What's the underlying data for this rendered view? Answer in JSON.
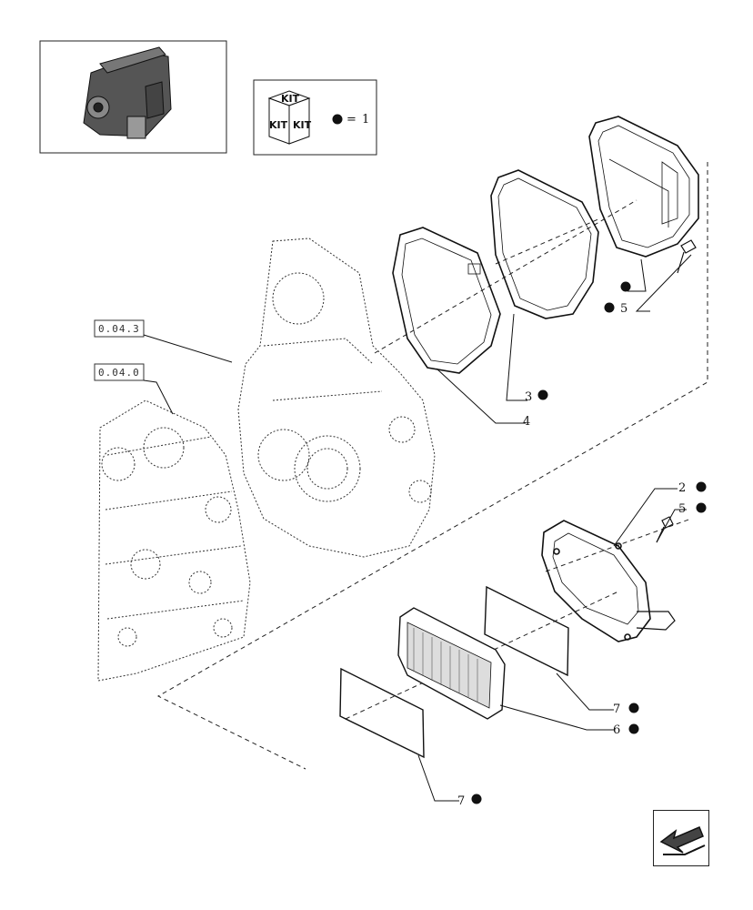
{
  "kit_legend": {
    "kit_text": "KIT",
    "equals": "= 1"
  },
  "references": [
    {
      "id": "ref-1",
      "text": "0.04.3"
    },
    {
      "id": "ref-2",
      "text": "0.04.0"
    }
  ],
  "callouts": [
    {
      "id": "c-5-top",
      "text": "5"
    },
    {
      "id": "c-3",
      "text": "3"
    },
    {
      "id": "c-4",
      "text": "4"
    },
    {
      "id": "c-2",
      "text": "2"
    },
    {
      "id": "c-5-mid",
      "text": "5"
    },
    {
      "id": "c-7-mid",
      "text": "7"
    },
    {
      "id": "c-6",
      "text": "6"
    },
    {
      "id": "c-7-bot",
      "text": "7"
    }
  ],
  "icons": {
    "engine_thumbnail": "engine-icon",
    "kit_box": "kit-box-icon",
    "next_page": "arrow-left-down-icon"
  }
}
